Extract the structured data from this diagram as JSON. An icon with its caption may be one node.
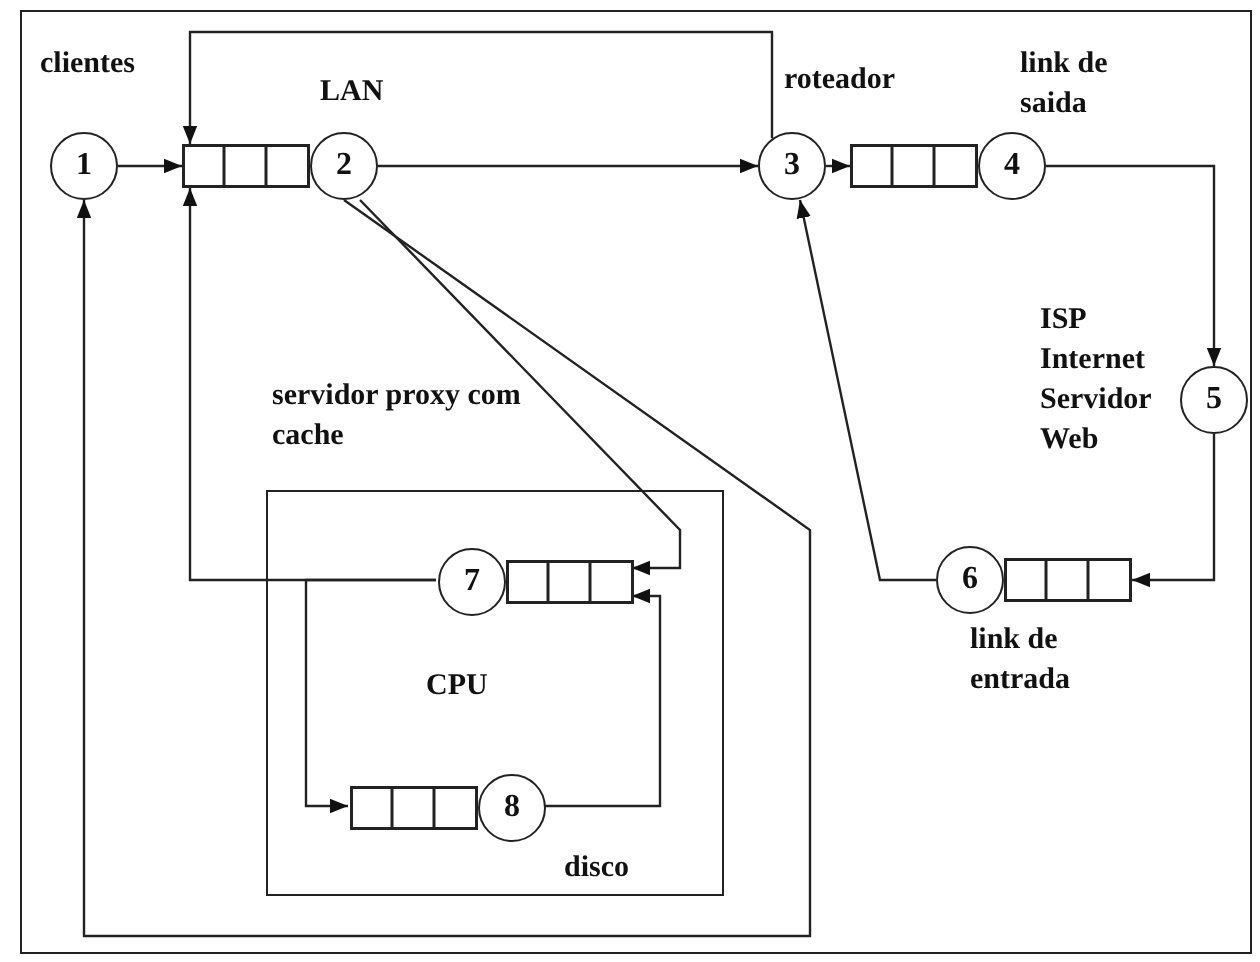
{
  "diagram": {
    "nodes": [
      {
        "text": [
          "1"
        ],
        "beside": [
          "clientes"
        ]
      },
      {
        "text": [
          "2"
        ],
        "beside": [
          "LAN"
        ]
      },
      {
        "text": [
          "3"
        ],
        "beside": [
          "roteador"
        ]
      },
      {
        "text": [
          "4"
        ],
        "beside": [
          "link de saida"
        ]
      },
      {
        "text": [
          "5"
        ],
        "beside": [
          "ISP Internet Servidor Web"
        ]
      },
      {
        "text": [
          "6"
        ],
        "beside": [
          "link de entrada"
        ]
      },
      {
        "text": [
          "servidor proxy com cache"
        ]
      },
      {
        "text": [
          "7"
        ],
        "beside": [
          "CPU"
        ],
        "in": 6
      },
      {
        "text": [
          "8"
        ],
        "beside": [
          "disco"
        ],
        "in": 6
      }
    ],
    "edges": [
      {
        "from": 0,
        "to": 1,
        "arrow": "to"
      },
      {
        "from": 1,
        "to": 2,
        "arrow": "to"
      },
      {
        "from": 2,
        "to": 3,
        "arrow": "to"
      },
      {
        "from": 3,
        "to": 4,
        "arrow": "to"
      },
      {
        "from": 4,
        "to": 5,
        "arrow": "to"
      },
      {
        "from": 5,
        "to": 2,
        "arrow": "to"
      },
      {
        "from": 2,
        "to": 1,
        "arrow": "to"
      },
      {
        "from": 1,
        "to": 7,
        "arrow": "to"
      },
      {
        "from": 8,
        "to": 7,
        "arrow": "to"
      },
      {
        "from": 7,
        "to": 1,
        "arrow": "to"
      },
      {
        "from": 7,
        "to": 8,
        "arrow": "to"
      },
      {
        "from": 1,
        "to": 0,
        "arrow": "to"
      }
    ]
  }
}
